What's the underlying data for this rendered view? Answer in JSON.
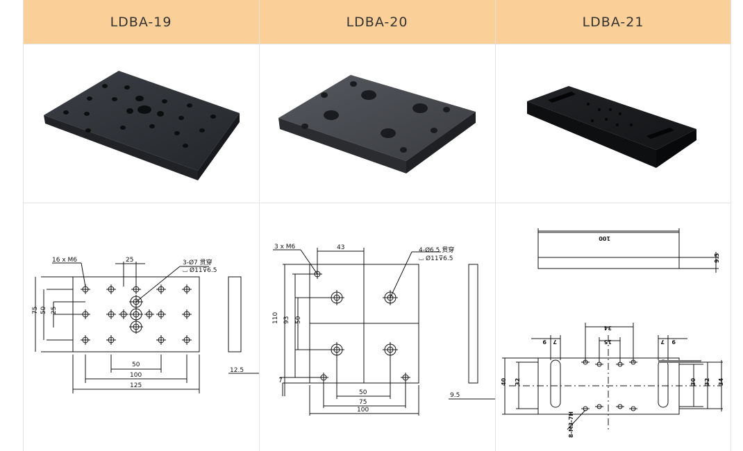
{
  "products": [
    {
      "model": "LDBA-19",
      "photo_icon": "black-mounting-plate-photo",
      "drawing": {
        "callout_holes": "16 x  M6",
        "callout_bore_1": "3-Ø7 贯穿",
        "callout_bore_2": "⌴ Ø11⊽6.5",
        "dim_top": "25",
        "dim_height": "75",
        "dim_height_inner": "50",
        "dim_height_small": "25",
        "dim_bottom_1": "50",
        "dim_bottom_2": "100",
        "dim_bottom_3": "125",
        "dim_thickness": "12.5"
      }
    },
    {
      "model": "LDBA-20",
      "photo_icon": "grey-mounting-plate-photo",
      "drawing": {
        "callout_holes": "3 x  M6",
        "callout_bore_1": "4-Ø6.5 贯穿",
        "callout_bore_2": "⌴ Ø11⊽6.5",
        "dim_top": "43",
        "dim_height": "110",
        "dim_height_inner": "93",
        "dim_height_small": "50",
        "dim_edge": "7",
        "dim_bottom_1": "50",
        "dim_bottom_2": "75",
        "dim_bottom_3": "100",
        "dim_thickness": "9.5"
      }
    },
    {
      "model": "LDBA-21",
      "photo_icon": "long-black-plate-photo",
      "drawing": {
        "dim_length": "100",
        "dim_thickness": "9.5",
        "dim_top_1": "34",
        "dim_top_2": "15",
        "dim_slot_left_1": "9",
        "dim_slot_left_2": "7",
        "dim_slot_right_1": "7",
        "dim_slot_right_2": "9",
        "dim_height": "40",
        "dim_height_left": "32",
        "dim_right_1": "30",
        "dim_right_2": "32",
        "dim_right_3": "34",
        "callout_holes": "8-M3-7H"
      }
    }
  ]
}
